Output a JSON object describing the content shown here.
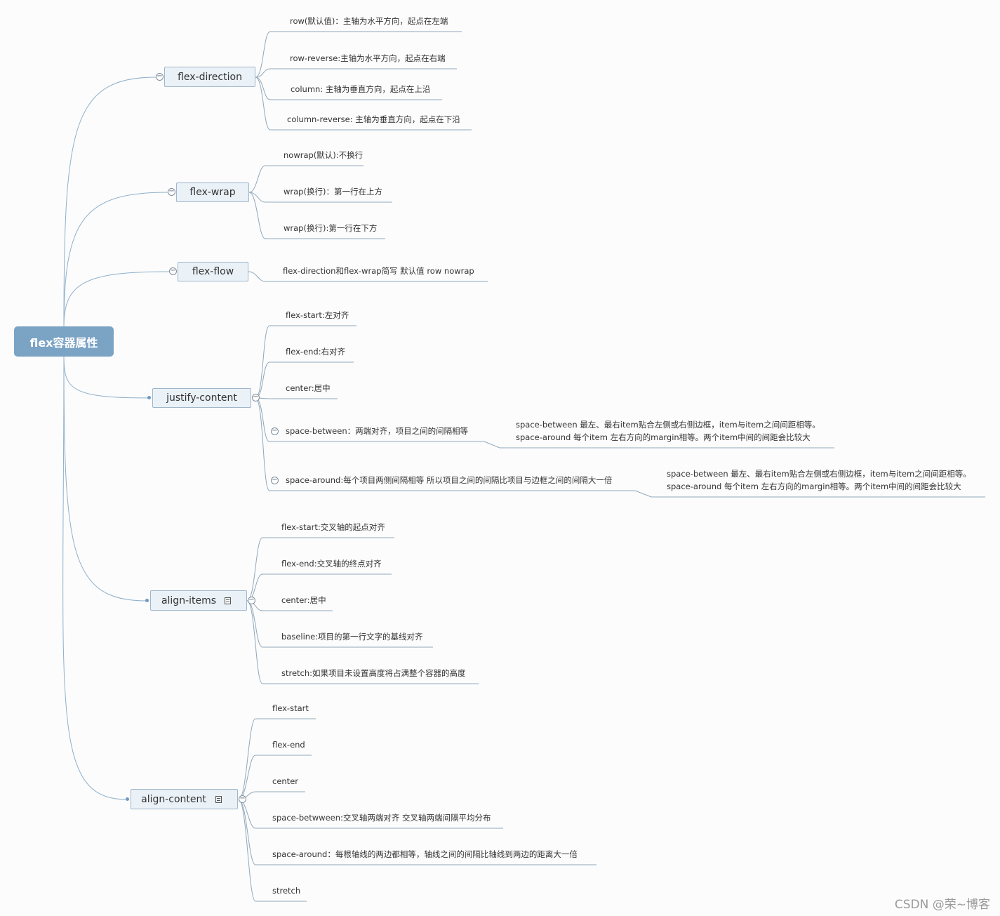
{
  "root": {
    "label": "flex容器属性"
  },
  "nodes": [
    {
      "label": "flex-direction",
      "children": [
        "row(默认值)：主轴为水平方向，起点在左端",
        "row-reverse:主轴为水平方向，起点在右端",
        "column: 主轴为垂直方向，起点在上沿",
        "column-reverse: 主轴为垂直方向，起点在下沿"
      ]
    },
    {
      "label": "flex-wrap",
      "children": [
        "nowrap(默认):不换行",
        "wrap(换行)：第一行在上方",
        "wrap(换行):第一行在下方"
      ]
    },
    {
      "label": "flex-flow",
      "children": [
        "flex-direction和flex-wrap简写 默认值 row nowrap"
      ]
    },
    {
      "label": "justify-content",
      "children": [
        "flex-start:左对齐",
        "flex-end:右对齐",
        "center:居中",
        "space-between：两端对齐，项目之间的间隔相等",
        "space-around:每个项目两侧间隔相等 所以项目之间的间隔比项目与边框之间的间隔大一倍"
      ]
    },
    {
      "label": "align-items",
      "children": [
        "flex-start:交叉轴的起点对齐",
        "flex-end:交叉轴的终点对齐",
        "center:居中",
        "baseline:项目的第一行文字的基线对齐",
        "stretch:如果项目未设置高度将占满整个容器的高度"
      ]
    },
    {
      "label": "align-content",
      "children": [
        "flex-start",
        "flex-end",
        "center",
        "space-betwween:交叉轴两端对齐 交叉轴两端间隔平均分布",
        "space-around：每根轴线的两边都相等，轴线之间的间隔比轴线到两边的距离大一倍",
        "stretch"
      ]
    }
  ],
  "notes": [
    {
      "line1": "space-between 最左、最右item贴合左侧或右侧边框，item与item之间间距相等。",
      "line2": "space-around 每个item 左右方向的margin相等。两个item中间的间距会比较大"
    },
    {
      "line1": "space-between 最左、最右item贴合左侧或右侧边框，item与item之间间距相等。",
      "line2": "space-around 每个item 左右方向的margin相等。两个item中间的间距会比较大"
    }
  ],
  "toggle_symbol": "−",
  "watermark": "CSDN @荣~博客",
  "colors": {
    "root_bg": "#7aa3c4",
    "node_bg": "#eaf1f7",
    "node_border": "#9fb6cb",
    "link": "#8fb0cb",
    "leaf_line": "#8fa7bb"
  }
}
